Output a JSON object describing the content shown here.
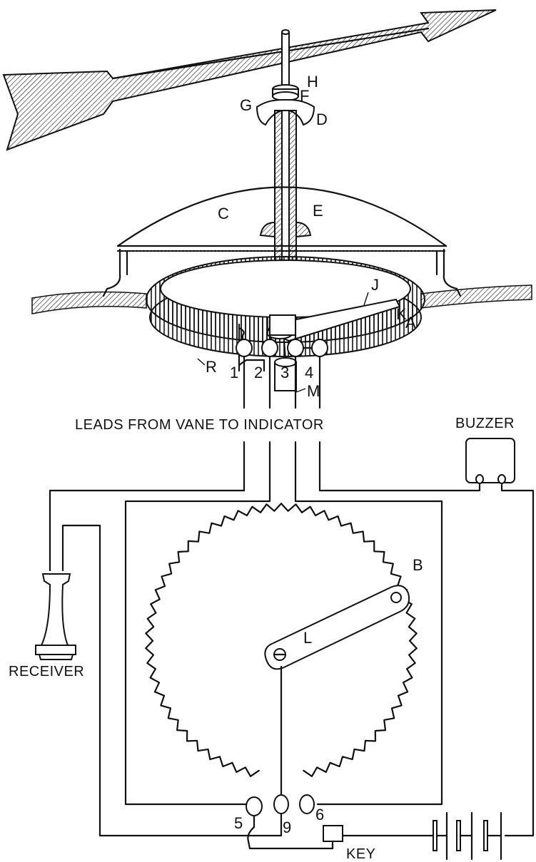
{
  "figure": {
    "title": "Electric wind vane with remote indicator",
    "vane_labels": {
      "F": "F",
      "H": "H",
      "G": "G",
      "D": "D",
      "C": "C",
      "E": "E",
      "J": "J",
      "K": "K",
      "A": "A",
      "R": "R",
      "M": "M"
    },
    "terminals_top": [
      "1",
      "2",
      "3",
      "4"
    ],
    "leads_caption": "LEADS FROM VANE TO INDICATOR",
    "buzzer_label": "BUZZER",
    "receiver_label": "RECEIVER",
    "indicator_labels": {
      "B": "B",
      "L": "L"
    },
    "terminals_bottom": [
      "5",
      "9",
      "6"
    ],
    "key_label": "KEY",
    "ink_color": "#111111",
    "paper_color": "#ffffff"
  }
}
